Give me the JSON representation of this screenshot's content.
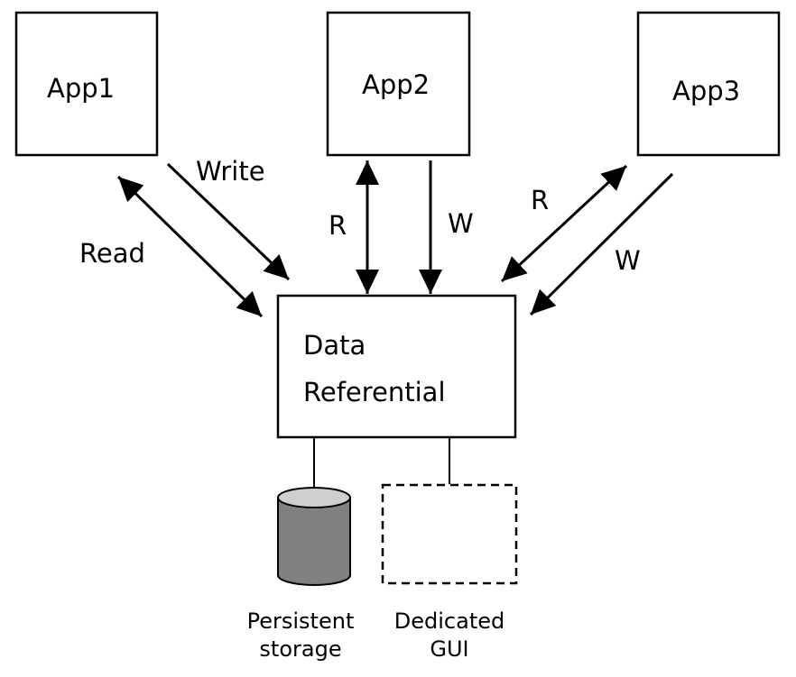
{
  "nodes": {
    "app1": "App1",
    "app2": "App2",
    "app3": "App3",
    "data_referential_line1": "Data",
    "data_referential_line2": "Referential",
    "persistent_storage_line1": "Persistent",
    "persistent_storage_line2": "storage",
    "dedicated_gui_line1": "Dedicated",
    "dedicated_gui_line2": "GUI"
  },
  "edges": {
    "app1_write": "Write",
    "app1_read": "Read",
    "app2_read": "R",
    "app2_write": "W",
    "app3_read": "R",
    "app3_write": "W"
  },
  "colors": {
    "stroke": "#000000",
    "cylinder_fill": "#808080",
    "cylinder_top": "#cfcfcf"
  }
}
